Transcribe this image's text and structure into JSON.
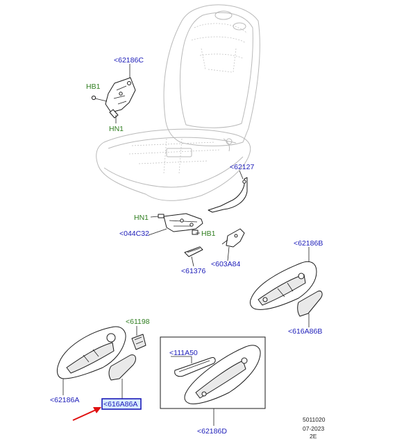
{
  "callouts": {
    "c62186C": "<62186C",
    "hb1_top": "HB1",
    "hn1_top": "HN1",
    "c62127": "<62127",
    "hn1_mid": "HN1",
    "c044C32": "<044C32",
    "hb1_mid": "HB1",
    "c61376": "<61376",
    "c603A84": "<603A84",
    "c62186B": "<62186B",
    "c616A86B": "<616A86B",
    "c61198": "<61198",
    "c111A50": "<111A50",
    "c62186A": "<62186A",
    "c616A86A": "<616A86A",
    "c62186D": "<62186D"
  },
  "footer": {
    "code": "5011020",
    "date": "07-2023",
    "page": "2E"
  },
  "colors": {
    "part_number": "#1a1ab8",
    "hardware_code": "#2e7d1e",
    "highlight_box": "#1a1ab8",
    "highlight_fill": "#d8ecff",
    "arrow": "#e01010"
  }
}
